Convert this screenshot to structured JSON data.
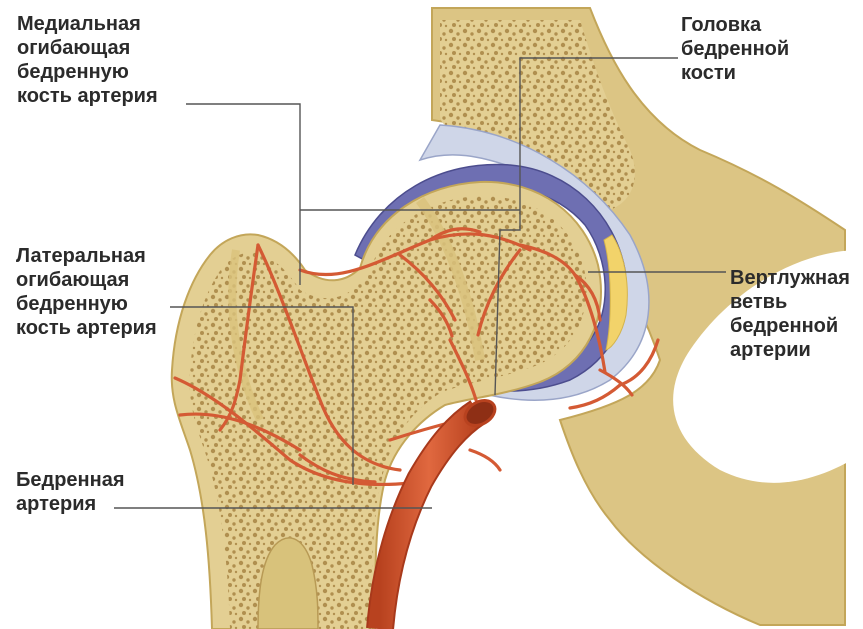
{
  "labels": {
    "medial_circumflex": [
      "Медиальная",
      "огибающая",
      "бедренную",
      "кость артерия"
    ],
    "femoral_head": [
      "Головка",
      "бедренной",
      "кости"
    ],
    "lateral_circumflex": [
      "Латеральная",
      "огибающая",
      "бедренную",
      "кость артерия"
    ],
    "acetabular_branch": [
      "Вертлужная",
      "ветвь",
      "бедренной",
      "артерии"
    ],
    "femoral_artery": [
      "Бедренная",
      "артерия"
    ]
  },
  "colors": {
    "bone": "#e0cd8f",
    "bone_edge": "#c8ad62",
    "spongy": "#a9884a",
    "cartilage": "#cfd6e8",
    "synovial": "#6e6fb2",
    "artery": "#d45a34",
    "artery_dark": "#a8391b",
    "fat": "#f2d36a",
    "leader": "#555555"
  }
}
